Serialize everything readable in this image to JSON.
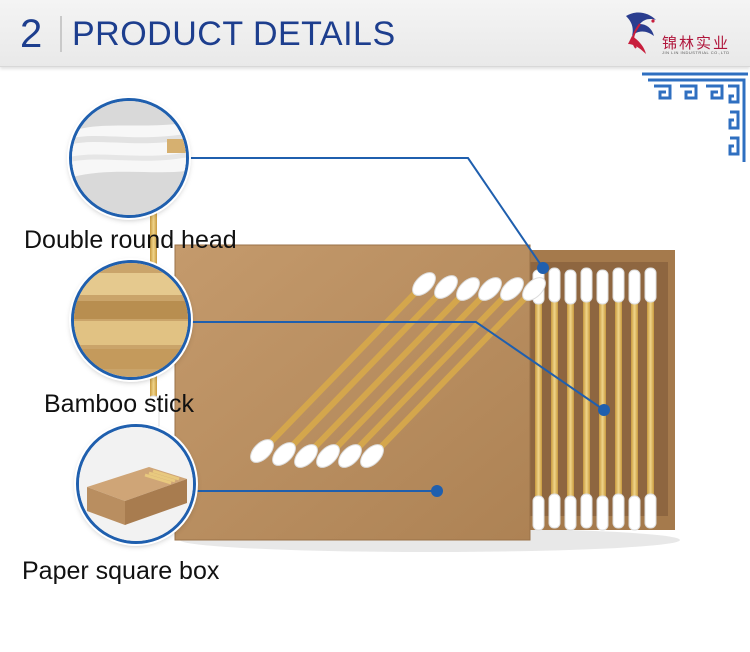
{
  "header": {
    "number": "2",
    "title": "PRODUCT DETAILS"
  },
  "logo": {
    "chinese_name": "锦林实业",
    "english_name": "JIN LIN INDUSTRIAL CO.,LTD"
  },
  "features": [
    {
      "label": "Double round head",
      "icon": "cotton-head-closeup"
    },
    {
      "label": "Bamboo stick",
      "icon": "bamboo-stick-closeup"
    },
    {
      "label": "Paper square box",
      "icon": "paper-box-thumbnail"
    }
  ],
  "colors": {
    "accent": "#1d3e8e",
    "connector": "#1f5fae",
    "kraft": "#b98e60",
    "bamboo": "#d8b35e",
    "cotton": "#ffffff"
  }
}
